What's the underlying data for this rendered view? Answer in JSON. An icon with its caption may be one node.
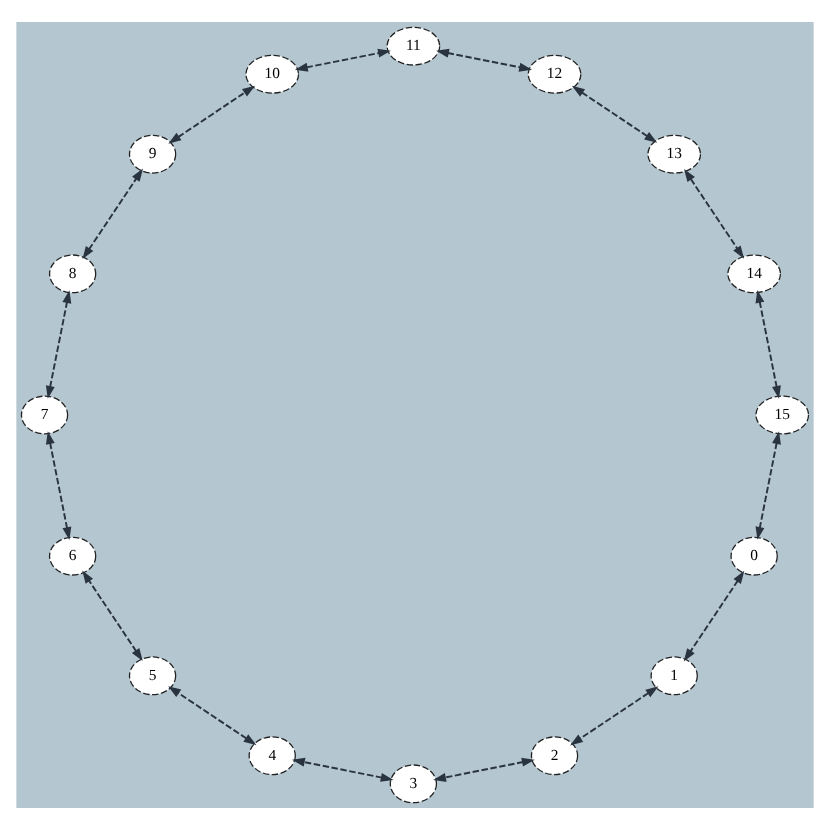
{
  "diagram": {
    "nodes": [
      {
        "text": [
          "0"
        ]
      },
      {
        "text": [
          "1"
        ]
      },
      {
        "text": [
          "2"
        ]
      },
      {
        "text": [
          "3"
        ]
      },
      {
        "text": [
          "4"
        ]
      },
      {
        "text": [
          "5"
        ]
      },
      {
        "text": [
          "6"
        ]
      },
      {
        "text": [
          "7"
        ]
      },
      {
        "text": [
          "8"
        ]
      },
      {
        "text": [
          "9"
        ]
      },
      {
        "text": [
          "10"
        ]
      },
      {
        "text": [
          "11"
        ]
      },
      {
        "text": [
          "12"
        ]
      },
      {
        "text": [
          "13"
        ]
      },
      {
        "text": [
          "14"
        ]
      },
      {
        "text": [
          "15"
        ]
      }
    ],
    "edges": [
      {
        "from": 0,
        "to": 1,
        "arrow": "both"
      },
      {
        "from": 1,
        "to": 2,
        "arrow": "both"
      },
      {
        "from": 2,
        "to": 3,
        "arrow": "both"
      },
      {
        "from": 3,
        "to": 4,
        "arrow": "both"
      },
      {
        "from": 4,
        "to": 5,
        "arrow": "both"
      },
      {
        "from": 5,
        "to": 6,
        "arrow": "both"
      },
      {
        "from": 6,
        "to": 7,
        "arrow": "both"
      },
      {
        "from": 7,
        "to": 8,
        "arrow": "both"
      },
      {
        "from": 8,
        "to": 9,
        "arrow": "both"
      },
      {
        "from": 9,
        "to": 10,
        "arrow": "both"
      },
      {
        "from": 10,
        "to": 11,
        "arrow": "both"
      },
      {
        "from": 11,
        "to": 12,
        "arrow": "both"
      },
      {
        "from": 12,
        "to": 13,
        "arrow": "both"
      },
      {
        "from": 13,
        "to": 14,
        "arrow": "both"
      },
      {
        "from": 14,
        "to": 15,
        "arrow": "both"
      },
      {
        "from": 15,
        "to": 0,
        "arrow": "both"
      }
    ]
  }
}
